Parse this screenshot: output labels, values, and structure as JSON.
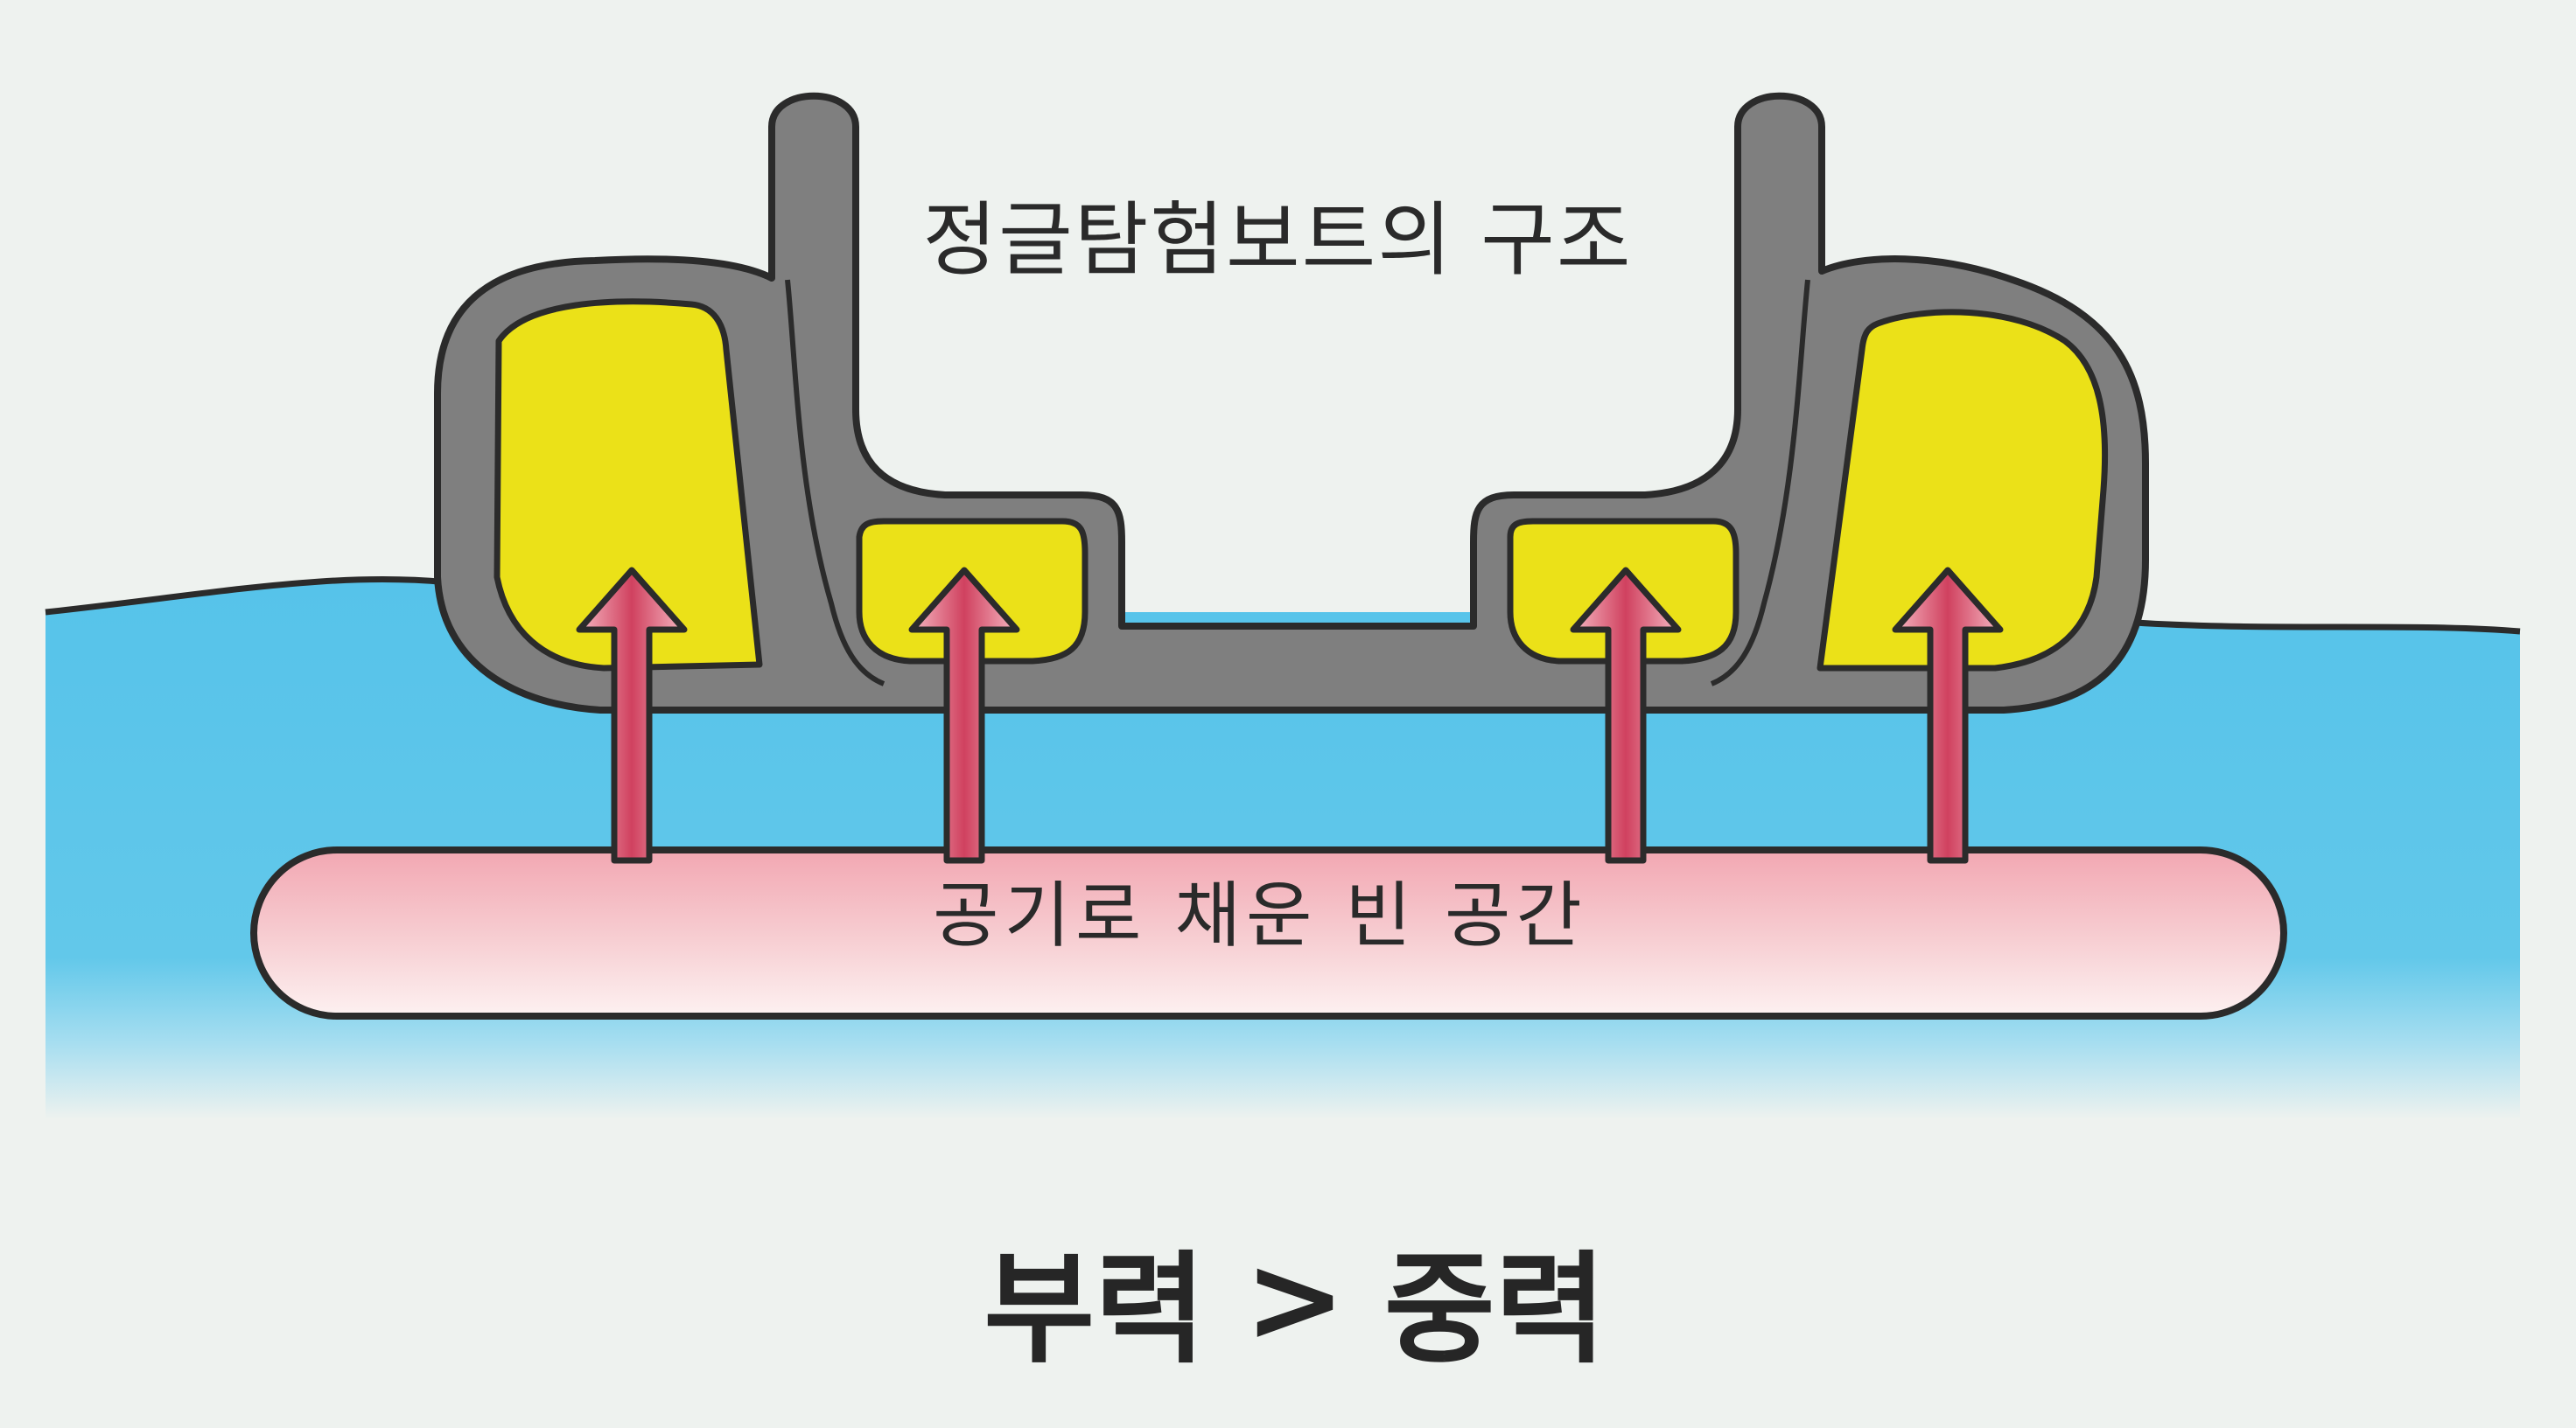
{
  "diagram": {
    "title": "정글탐험보트의 구조",
    "air_space_label": "공기로 채운 빈 공간",
    "relation": {
      "left": "부력",
      "operator": ">",
      "right": "중력"
    }
  },
  "colors": {
    "background": "#eef2ef",
    "water": "#5cc6ea",
    "hull": "#7f7f7f",
    "outline": "#2b2b2b",
    "air_chamber": "#ebe118",
    "arrow": "#d4506c",
    "air_space": "#f3c0c6"
  },
  "arrow_count": 4
}
